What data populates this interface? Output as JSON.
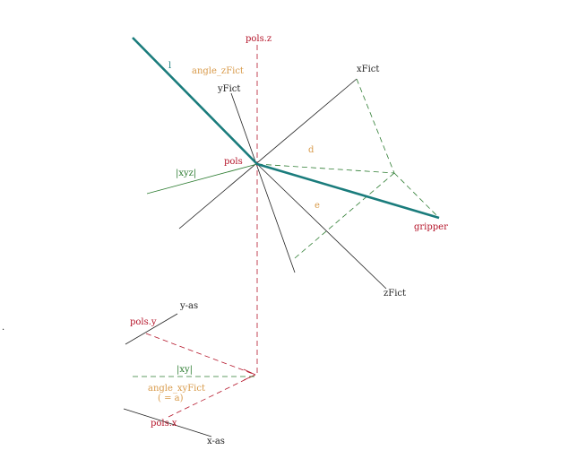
{
  "labels": {
    "pols_z": "pols.z",
    "angle_zFict": "angle_zFict",
    "l": "l",
    "yFict": "yFict",
    "xFict": "xFict",
    "d": "d",
    "xyz": "|xyz|",
    "pols": "pols",
    "e": "e",
    "gripper": "gripper",
    "zFict": "zFict",
    "y_as": "y-as",
    "pols_y": "pols.y",
    "xy": "|xy|",
    "angle_xyFict": "angle_xyFict",
    "eq_a": "( = a)",
    "pols_x": "pols.x",
    "x_as": "x-as",
    "dot": "."
  },
  "colors": {
    "black": "#222222",
    "red": "#b5162b",
    "orange": "#d89a4a",
    "green": "#2e7d32",
    "teal": "#1a7c7c"
  }
}
